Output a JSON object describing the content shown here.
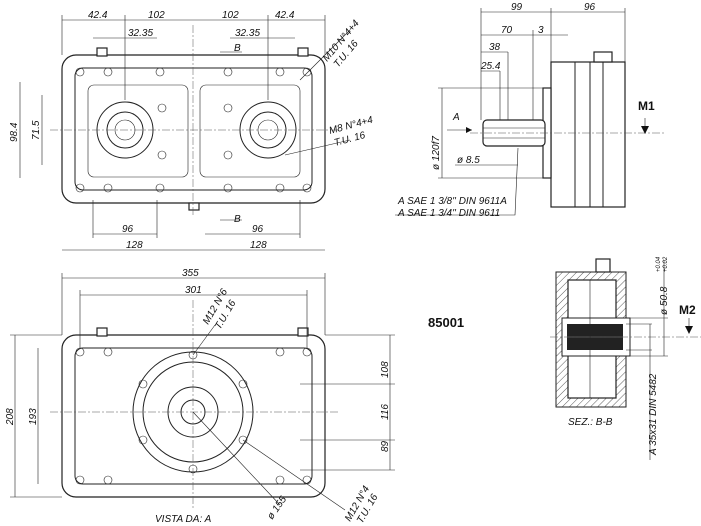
{
  "part_number": "85001",
  "front_view": {
    "dims_top": [
      "42.4",
      "102",
      "102",
      "42.4"
    ],
    "dims_inner": [
      "32.35",
      "32.35"
    ],
    "section_marks": [
      "B",
      "B"
    ],
    "dims_left": [
      "98.4",
      "71.5"
    ],
    "dims_bottom": [
      "96",
      "128",
      "96",
      "128"
    ],
    "callout_m10": [
      "M10 N°4+4",
      "T.U. 16"
    ],
    "callout_m8": [
      "M8 N°4+4",
      "T.U. 16"
    ]
  },
  "side_view": {
    "dims_top": [
      "99",
      "96"
    ],
    "dims_shaft": [
      "70",
      "3",
      "38",
      "25.4"
    ],
    "view_arrow": "A",
    "diameter_pilot": "ø 120f7",
    "diameter_hole": "ø 8.5",
    "shaft_specs": [
      "A SAE 1 3/8''  DIN 9611A",
      "A SAE 1 3/4''  DIN 9611"
    ],
    "motor_label": "M1"
  },
  "bottom_view": {
    "dims_top": [
      "355",
      "301"
    ],
    "dims_left": [
      "208",
      "193"
    ],
    "dims_right": [
      "108",
      "116",
      "89"
    ],
    "callout_m12_6": [
      "M12 N°6",
      "T.U. 16"
    ],
    "callout_m12_4": [
      "M12 N°4",
      "T.U. 16"
    ],
    "diameter_flange": "ø 155",
    "caption": "VISTA DA: A"
  },
  "section_view": {
    "diameter_bore": "ø 50.8",
    "tolerance": [
      "+0.04",
      "+0.02"
    ],
    "motor_label": "M2",
    "spline_spec": "A 35x31 DIN 5482",
    "caption": "SEZ.: B-B"
  }
}
